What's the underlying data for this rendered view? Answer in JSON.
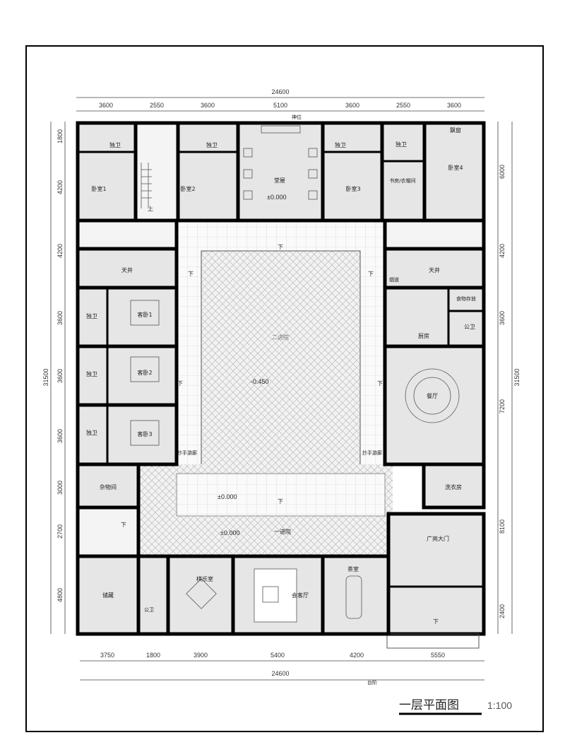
{
  "drawing": {
    "title": "一层平面图",
    "scale": "1:100"
  },
  "dimensions": {
    "top_total": "24600",
    "top": [
      "3600",
      "2550",
      "3600",
      "5100",
      "3600",
      "2550",
      "3600"
    ],
    "bottom": [
      "3750",
      "1800",
      "3900",
      "5400",
      "4200",
      "5550"
    ],
    "bottom_total": "24600",
    "left": [
      "1800",
      "4200",
      "4200",
      "3600",
      "3600",
      "3600",
      "3000",
      "2700",
      "4800"
    ],
    "left_total": "31500",
    "right": [
      "6000",
      "4200",
      "3600",
      "7200",
      "8100",
      "2400"
    ],
    "right_total": "31500"
  },
  "rooms": {
    "bath": "独卫",
    "bedroom1": "卧室1",
    "bedroom2": "卧室2",
    "bedroom3": "卧室3",
    "bedroom4": "卧室4",
    "main_hall": "堂屋",
    "shrine": "神位",
    "bay_window": "飘窗",
    "study": "书房/衣帽间",
    "patio": "天井",
    "flue": "烟道",
    "food_storage": "食物存放",
    "kitchen": "厨房",
    "public_wc": "公卫",
    "dining": "餐厅",
    "guest1": "客卧1",
    "guest2": "客卧2",
    "guest3": "客卧3",
    "second_court": "二进院",
    "veranda": "抄手游廊",
    "storage_room": "杂物间",
    "laundry": "洗衣房",
    "first_court": "一进院",
    "gate": "广亮大门",
    "storeroom": "储藏",
    "chess_room": "棋乐室",
    "reception": "会客厅",
    "tea_room": "茶室",
    "steps": "台阶"
  },
  "elevations": {
    "hall": "±0.000",
    "court2": "-0.450",
    "inner": "±0.000",
    "court1": "±0.000"
  },
  "markers": {
    "down": "下",
    "up": "上"
  }
}
